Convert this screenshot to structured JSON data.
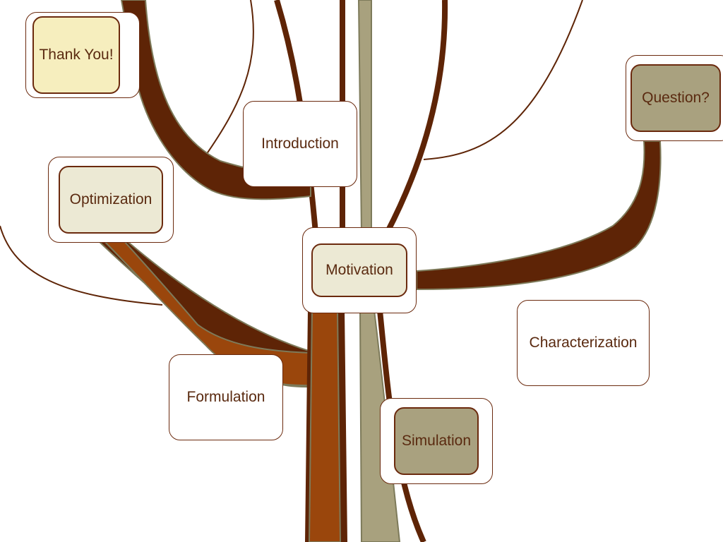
{
  "colors": {
    "dark_brown": "#5e2406",
    "orange_brown": "#9a460c",
    "olive": "#a8a17e",
    "outline": "#7d7a5a",
    "text": "#5a2a10",
    "cream_yellow": "#f6eebe",
    "cream": "#ece9d4",
    "khaki": "#a9a17f"
  },
  "nodes": {
    "thank_you": {
      "label": "Thank You!"
    },
    "introduction": {
      "label": "Introduction"
    },
    "question": {
      "label": "Question?"
    },
    "optimization": {
      "label": "Optimization"
    },
    "motivation": {
      "label": "Motivation"
    },
    "characterization": {
      "label": "Characterization"
    },
    "formulation": {
      "label": "Formulation"
    },
    "simulation": {
      "label": "Simulation"
    }
  }
}
